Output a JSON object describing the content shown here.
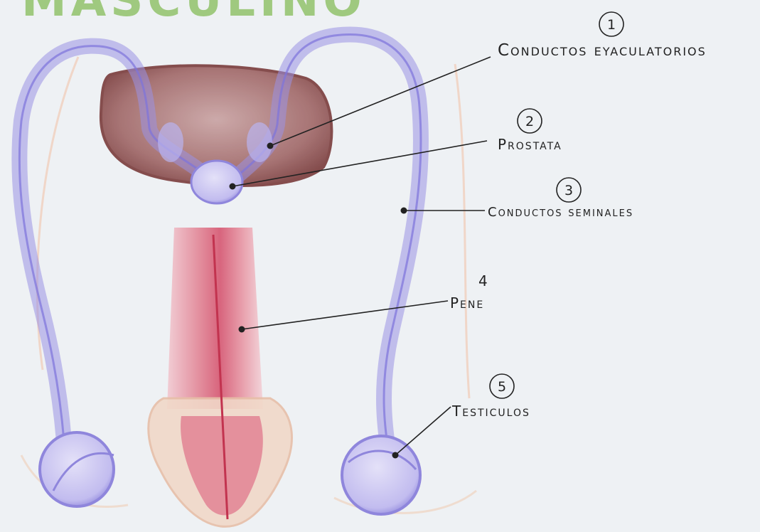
{
  "title": "MASCULINO",
  "labels": [
    {
      "number": "1",
      "text": "Conductos eyaculatorios"
    },
    {
      "number": "2",
      "text": "Prostata"
    },
    {
      "number": "3",
      "text": "Conductos seminales"
    },
    {
      "number": "4",
      "text": "Pene"
    },
    {
      "number": "5",
      "text": "Testiculos"
    }
  ],
  "colors": {
    "paper": "#eef1f4",
    "title_green": "#8cc063",
    "vas_blue": "#9a92e4",
    "prostate_brown": "#8a4b4b",
    "penis_red": "#d96a7a",
    "glans_cream": "#f1d8c8",
    "ink": "#222222"
  }
}
